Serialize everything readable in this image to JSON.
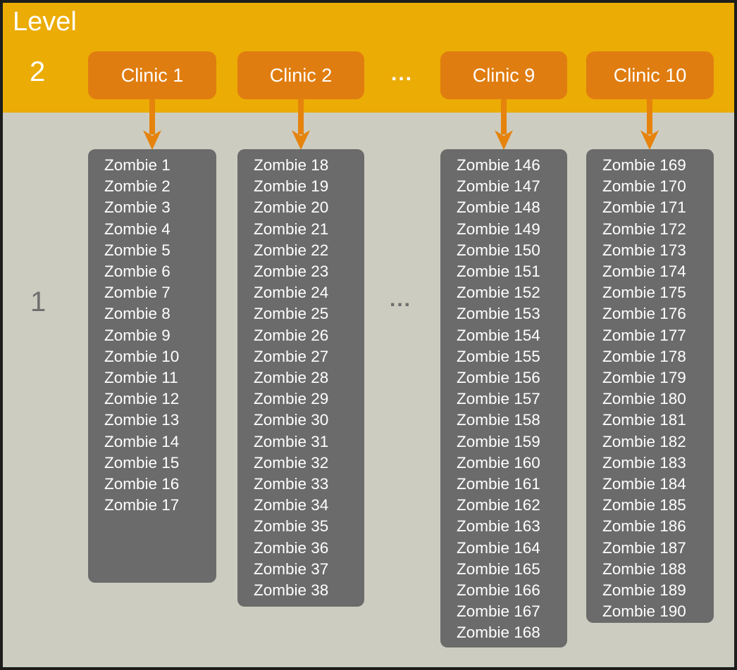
{
  "header": {
    "level_label": "Level",
    "level_top": "2",
    "ellipsis": "..."
  },
  "content": {
    "level_bottom": "1",
    "ellipsis": "..."
  },
  "columns": [
    {
      "clinic": "Clinic 1",
      "zombies": [
        "Zombie 1",
        "Zombie 2",
        "Zombie 3",
        "Zombie 4",
        "Zombie 5",
        "Zombie 6",
        "Zombie 7",
        "Zombie 8",
        "Zombie 9",
        "Zombie 10",
        "Zombie 11",
        "Zombie 12",
        "Zombie 13",
        "Zombie 14",
        "Zombie 15",
        "Zombie 16",
        "Zombie 17"
      ]
    },
    {
      "clinic": "Clinic 2",
      "zombies": [
        "Zombie 18",
        "Zombie 19",
        "Zombie 20",
        "Zombie 21",
        "Zombie 22",
        "Zombie 23",
        "Zombie 24",
        "Zombie 25",
        "Zombie 26",
        "Zombie 27",
        "Zombie 28",
        "Zombie 29",
        "Zombie 30",
        "Zombie 31",
        "Zombie 32",
        "Zombie 33",
        "Zombie 34",
        "Zombie 35",
        "Zombie 36",
        "Zombie 37",
        "Zombie 38"
      ]
    },
    {
      "clinic": "Clinic 9",
      "zombies": [
        "Zombie 146",
        "Zombie 147",
        "Zombie 148",
        "Zombie 149",
        "Zombie 150",
        "Zombie 151",
        "Zombie 152",
        "Zombie 153",
        "Zombie 154",
        "Zombie 155",
        "Zombie 156",
        "Zombie 157",
        "Zombie 158",
        "Zombie 159",
        "Zombie 160",
        "Zombie 161",
        "Zombie 162",
        "Zombie 163",
        "Zombie 164",
        "Zombie 165",
        "Zombie 166",
        "Zombie 167",
        "Zombie 168"
      ]
    },
    {
      "clinic": "Clinic 10",
      "zombies": [
        "Zombie 169",
        "Zombie 170",
        "Zombie 171",
        "Zombie 172",
        "Zombie 173",
        "Zombie 174",
        "Zombie 175",
        "Zombie 176",
        "Zombie 177",
        "Zombie 178",
        "Zombie 179",
        "Zombie 180",
        "Zombie 181",
        "Zombie 182",
        "Zombie 183",
        "Zombie 184",
        "Zombie 185",
        "Zombie 186",
        "Zombie 187",
        "Zombie 188",
        "Zombie 189",
        "Zombie 190"
      ]
    }
  ],
  "colors": {
    "header_bg": "#EBAC06",
    "clinic_bg": "#E07D10",
    "arrow": "#E5830D",
    "content_bg": "#CDCCC0",
    "box_bg": "#6B6B6B",
    "text_light": "#FFFFFF",
    "label_gray": "#6F6F6F",
    "frame_border": "#1D1D1B"
  }
}
